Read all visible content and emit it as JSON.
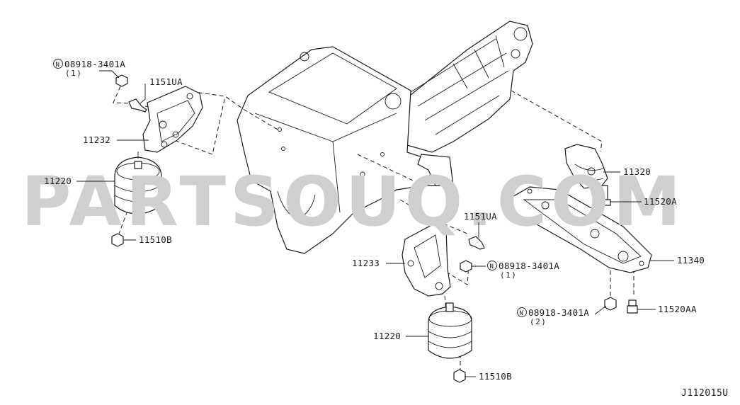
{
  "watermark": "PARTSOUQ.COM",
  "diagram_code": "J112015U",
  "callouts": {
    "nut_top_left": "08918-3401A",
    "nut_top_left_qty": "(1)",
    "nut_mid": "08918-3401A",
    "nut_mid_qty": "(1)",
    "nut_right": "08918-3401A",
    "nut_right_qty": "(2)",
    "bolt_top_left": "1151UA",
    "bolt_mid": "1151UA",
    "bracket_left": "11232",
    "bracket_mid": "11233",
    "insulator_left": "11220",
    "insulator_mid": "11220",
    "nut_left_bottom": "11510B",
    "nut_mid_bottom": "11510B",
    "rear_mount": "11320",
    "rear_bolt": "11520A",
    "crossmember": "11340",
    "crossmember_bolt": "11520AA",
    "circle_n": "N"
  },
  "colors": {
    "line": "#1a1a1a",
    "watermark": "#cfcfcf",
    "background": "#ffffff"
  }
}
